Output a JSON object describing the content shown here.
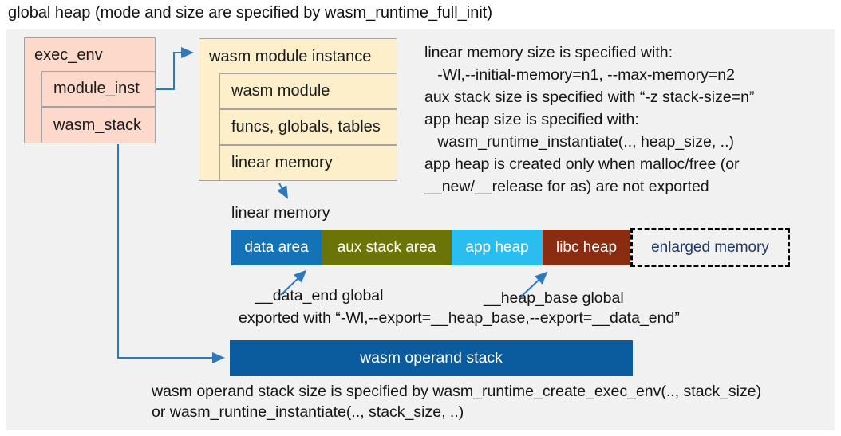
{
  "title": "global heap (mode and size are specified by wasm_runtime_full_init)",
  "exec_env": {
    "header": "exec_env",
    "rows": [
      "module_inst",
      "wasm_stack"
    ]
  },
  "module_instance": {
    "header": "wasm module instance",
    "rows": [
      "wasm module",
      "funcs, globals, tables",
      "linear memory"
    ]
  },
  "notes_top": {
    "lines": [
      "linear memory size is specified with:",
      "   -Wl,--initial-memory=n1, --max-memory=n2",
      "aux stack size is specified with “-z stack-size=n”",
      "app heap size is specified with:",
      "   wasm_runtime_instantiate(.., heap_size, ..)",
      "app heap is created only when malloc/free (or",
      "__new/__release for as) are not exported"
    ]
  },
  "linear_memory": {
    "label": "linear memory",
    "segments": [
      {
        "label": "data area",
        "color": "#1373b6"
      },
      {
        "label": "aux stack area",
        "color": "#6b7407"
      },
      {
        "label": "app heap",
        "color": "#29bdf0"
      },
      {
        "label": "libc heap",
        "color": "#8a2c10"
      },
      {
        "label": "enlarged memory",
        "color": "transparent"
      }
    ],
    "annotations": {
      "data_end": "__data_end global",
      "heap_base": "__heap_base global",
      "exported": "exported with “-Wl,--export=__heap_base,--export=__data_end”"
    }
  },
  "operand_stack": {
    "label": "wasm operand stack",
    "notes": [
      "wasm operand stack size is specified by wasm_runtime_create_exec_env(.., stack_size)",
      "or wasm_runtine_instantiate(.., stack_size, ..)"
    ]
  },
  "colors": {
    "panel_bg": "#f1f1f1",
    "exec_box_bg": "#fcd9ca",
    "instance_box_bg": "#fdefca",
    "arrow_blue": "#2e78bd",
    "operand_stack_bg": "#0b5c9e",
    "enlarged_text": "#1f3864",
    "border_gray": "#a3a3a3"
  }
}
